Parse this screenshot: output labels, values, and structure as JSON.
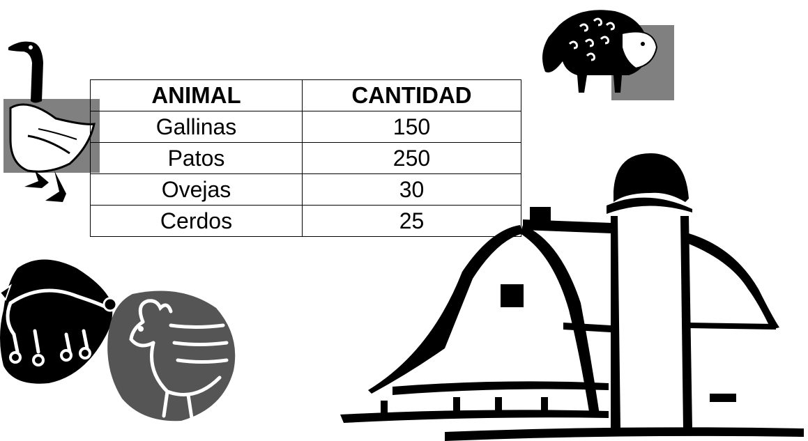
{
  "table": {
    "headers": [
      "ANIMAL",
      "CANTIDAD"
    ],
    "rows": [
      {
        "animal": "Gallinas",
        "cantidad": "150"
      },
      {
        "animal": "Patos",
        "cantidad": "250"
      },
      {
        "animal": "Ovejas",
        "cantidad": "30"
      },
      {
        "animal": "Cerdos",
        "cantidad": "25"
      }
    ]
  },
  "clipart": {
    "goose": "goose-icon",
    "sheep": "sheep-icon",
    "pig": "pig-icon",
    "hen": "hen-icon",
    "barn": "barn-silo-icon"
  },
  "colors": {
    "ink": "#000000",
    "gray_block": "#808080",
    "dark_gray": "#555555",
    "background": "#ffffff"
  }
}
